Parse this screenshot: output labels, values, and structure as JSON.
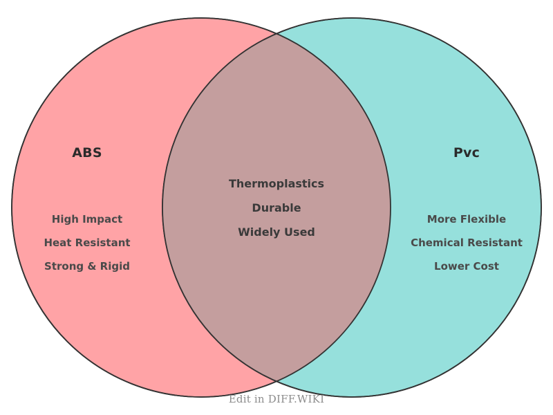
{
  "diagram": {
    "type": "venn",
    "background": "#ffffff",
    "stroke_color": "#333333",
    "left_set": {
      "title": "ABS",
      "fill": "#ffa3a6",
      "items": [
        "High Impact",
        "Heat Resistant",
        "Strong & Rigid"
      ]
    },
    "right_set": {
      "title": "Pvc",
      "fill": "#96e0dc",
      "items": [
        "More Flexible",
        "Chemical Resistant",
        "Lower Cost"
      ]
    },
    "intersection": {
      "fill": "#c49e9e",
      "items": [
        "Thermoplastics",
        "Durable",
        "Widely Used"
      ]
    }
  },
  "footer": {
    "link_label": "Edit in DIFF.WIKI"
  }
}
